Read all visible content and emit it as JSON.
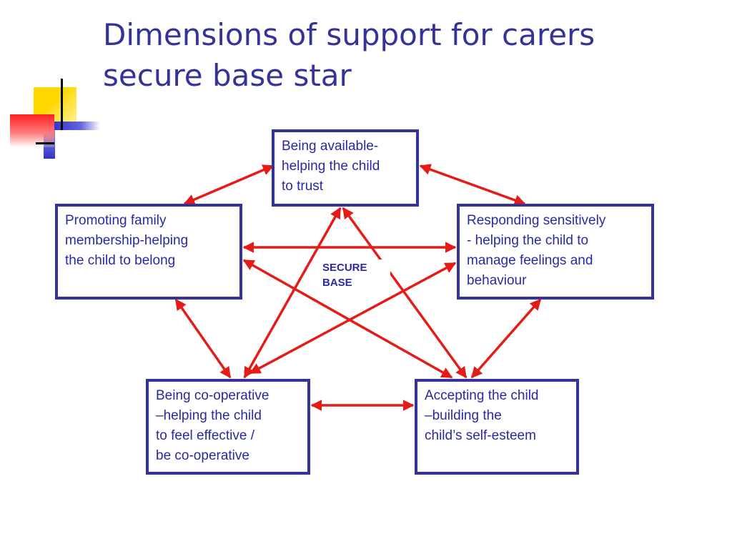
{
  "slide": {
    "title_line1": "Dimensions of support for carers",
    "title_line2": "secure base star"
  },
  "diagram": {
    "center_label": "SECURE\nBASE",
    "arrow_color": "#e41b17",
    "box_border_color": "#333399",
    "nodes": {
      "top": "Being available-\nhelping the child\nto trust",
      "left": "Promoting family\nmembership-helping\nthe child to belong",
      "right": "Responding sensitively\n- helping the child to\nmanage feelings and\nbehaviour",
      "bottom_left": "Being co-operative\n–helping the child\nto feel effective /\nbe co-operative",
      "bottom_right": "Accepting the child\n–building the\nchild’s self-esteem"
    }
  }
}
